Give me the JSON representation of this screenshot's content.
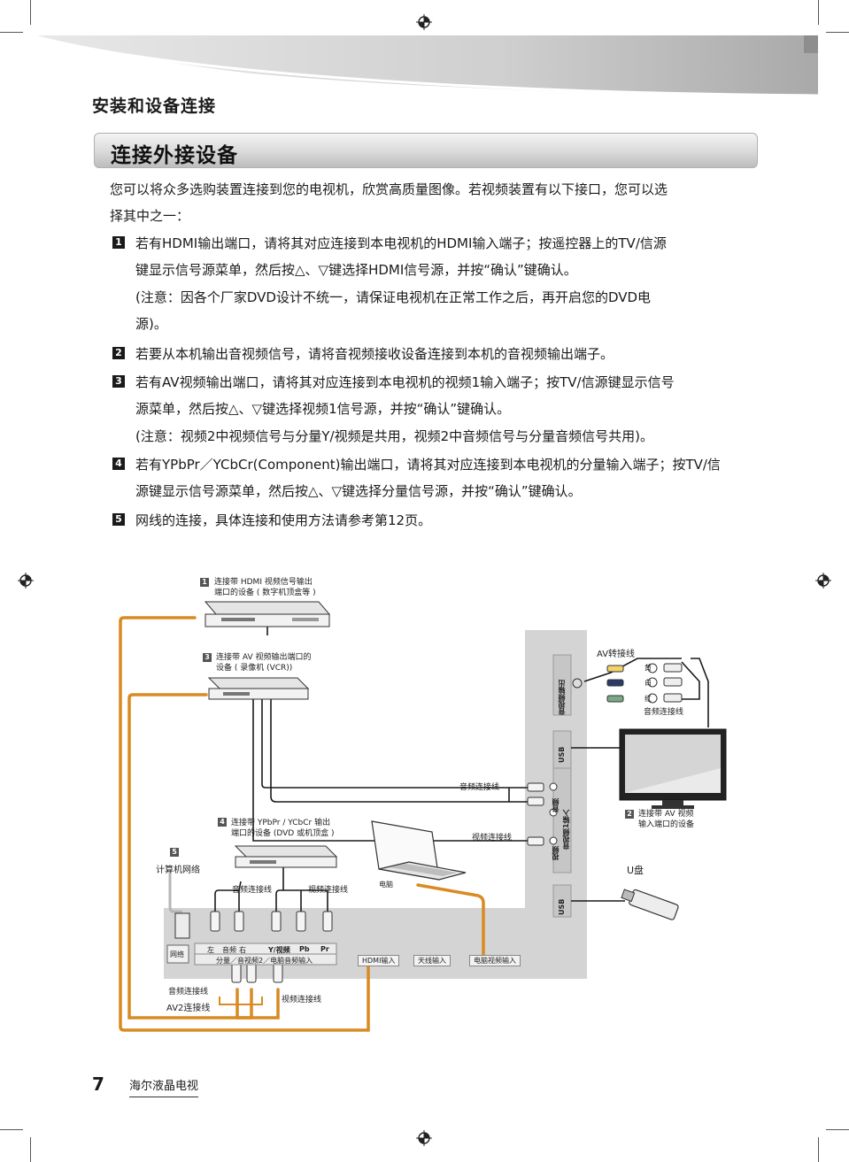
{
  "header": {
    "section_title": "安装和设备连接",
    "banner_title": "连接外接设备"
  },
  "intro": {
    "line1": "您可以将众多选购装置连接到您的电视机，欣赏高质量图像。若视频装置有以下接口，您可以选",
    "line2": "择其中之一："
  },
  "items": [
    {
      "num": "1",
      "lines": [
        "若有HDMI输出端口，请将其对应连接到本电视机的HDMI输入端子；按遥控器上的TV/信源",
        "键显示信号源菜单，然后按△、▽键选择HDMI信号源，并按“确认”键确认。",
        "(注意：因各个厂家DVD设计不统一，请保证电视机在正常工作之后，再开启您的DVD电",
        "源)。"
      ]
    },
    {
      "num": "2",
      "lines": [
        "若要从本机输出音视频信号，请将音视频接收设备连接到本机的音视频输出端子。"
      ]
    },
    {
      "num": "3",
      "lines": [
        "若有AV视频输出端口，请将其对应连接到本电视机的视频1输入端子；按TV/信源键显示信号",
        "源菜单，然后按△、▽键选择视频1信号源，并按“确认”键确认。",
        "(注意：视频2中视频信号与分量Y/视频是共用，视频2中音频信号与分量音频信号共用)。"
      ]
    },
    {
      "num": "4",
      "lines": [
        "若有YPbPr／YCbCr(Component)输出端口，请将其对应连接到本电视机的分量输入端子；按TV/信",
        "源键显示信号源菜单，然后按△、▽键选择分量信号源，并按“确认”键确认。"
      ]
    },
    {
      "num": "5",
      "lines": [
        "网线的连接，具体连接和使用方法请参考第12页。"
      ]
    }
  ],
  "diagram": {
    "device1_num": "1",
    "device1_line1": "连接带 HDMI 视频信号输出",
    "device1_line2": "端口的设备 ( 数字机顶盒等 )",
    "device3_num": "3",
    "device3_line1": "连接带 AV 视频输出端口的",
    "device3_line2": "设备 ( 录像机 (VCR))",
    "device4_num": "4",
    "device4_line1": "连接带 YPbPr / YCbCr 输出",
    "device4_line2": "端口的设备 (DVD 或机顶盒 )",
    "device5_num": "5",
    "network_label": "计算机网络",
    "av_cable": "AV转接线",
    "av_out_panel": "音视频输出",
    "audio_cable_top": "音频连接线",
    "usb_top": "USB",
    "tv_num": "2",
    "tv_line1": "连接带 AV 视频",
    "tv_line2": "输入端口的设备",
    "audio_cable_mid": "音频连接线",
    "video_cable_mid": "视频连接线",
    "av1_panel_audio": "音频",
    "av1_panel_video": "视频",
    "av1_panel_input": "音视频1输入",
    "udisk": "U盘",
    "usb_bottom": "USB",
    "laptop": "电脑",
    "audio_cable_bottom": "音频连接线",
    "video_cable_bottom": "视频连接线",
    "network_port": "网络",
    "panel_audio": "音频",
    "panel_y": "Y/视频",
    "panel_pb": "Pb",
    "panel_pr": "Pr",
    "panel_group": "分量／音视频2／电脑音频输入",
    "hdmi_in": "HDMI输入",
    "antenna_in": "天线输入",
    "pc_video_in": "电脑视频输入",
    "av2_audio_cable": "音频连接线",
    "av2_cable": "AV2连接线",
    "av2_video_cable": "视频连接线",
    "color_yellow": "黄",
    "color_white": "白",
    "color_red": "红",
    "mark_left": "左",
    "mark_right": "右"
  },
  "footer": {
    "page_number": "7",
    "brand": "海尔液晶电视"
  },
  "colors": {
    "orange_cable": "#d98a22",
    "gray_panel": "#d4d4d4",
    "black_cable": "#1a1a1a"
  }
}
